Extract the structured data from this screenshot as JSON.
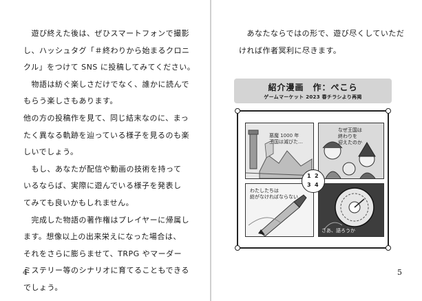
{
  "left_page": {
    "lines": [
      "　遊び終えた後は、ぜひスマートフォンで撮影",
      "し、ハッシュタグ「＃終わりから始まるクロニ",
      "クル」をつけて SNS に投稿してみてください。",
      "　物語は紡ぐ楽しさだけでなく、誰かに読んで",
      "もらう楽しさもあります。",
      "他の方の投稿作を見て、同じ結末なのに、まっ",
      "たく異なる軌跡を辿っている様子を見るのも楽",
      "しいでしょう。",
      "　もし、あなたが配信や動画の技術を持って",
      "いるならば、実際に遊んでいる様子を発表し",
      "てみても良いかもしれません。",
      "　完成した物語の著作権はプレイヤーに帰属し",
      "ます。想像以上の出来栄えになった場合は、",
      "それをさらに膨らませて、TRPG やマーダー",
      "ミステリー等のシナリオに育てることもできる",
      "でしょう。"
    ],
    "page_number": "4"
  },
  "right_page": {
    "lines": [
      "　あなたならではの形で、遊び尽くしていただ",
      "ければ作者冥利に尽きます。"
    ],
    "page_number": "5",
    "feature": {
      "title": "紹介漫画　作：ぺこら",
      "subtitle": "ゲームマーケット 2023 春チラシより再掲"
    },
    "comic": {
      "panel1_text": [
        "悪魔 1000 年",
        "王国は滅びた…"
      ],
      "panel2_text": [
        "なぜ王国は",
        "終わりを",
        "迎えたのか"
      ],
      "panel3_text": [
        "わたしたちは",
        "紡がなければならない"
      ],
      "panel4_text": [
        "さあ、語ろうか"
      ],
      "order": [
        "1",
        "2",
        "3",
        "4"
      ]
    }
  }
}
